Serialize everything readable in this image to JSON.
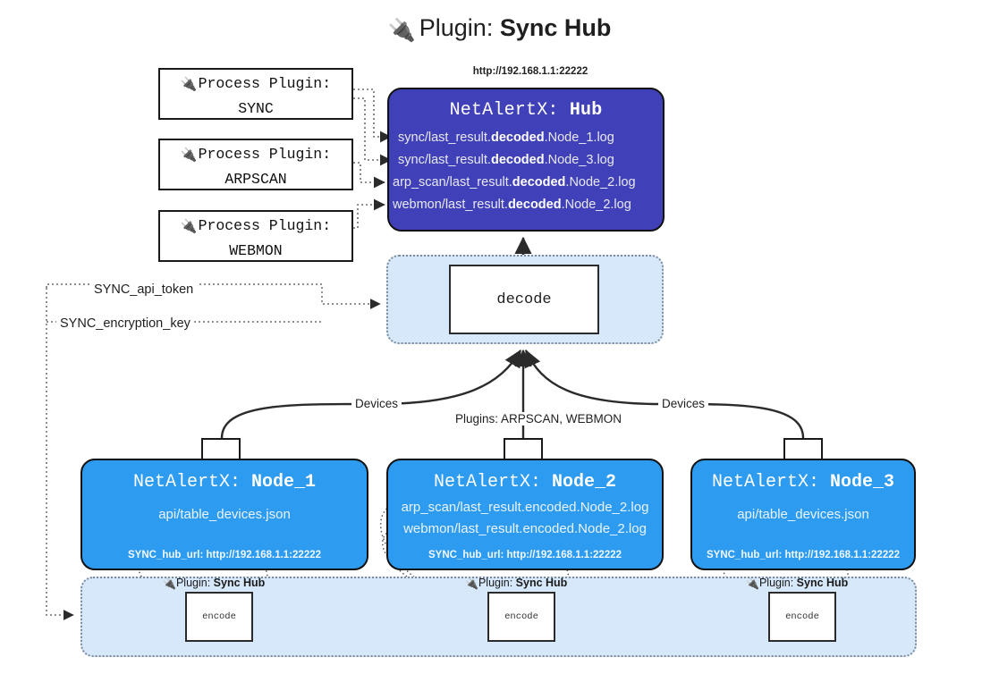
{
  "page": {
    "title_prefix": "Plugin:",
    "title_name": "Sync Hub",
    "plug_icon": "plug-icon"
  },
  "process_plugins": [
    {
      "line1": "Process Plugin:",
      "line2": "SYNC"
    },
    {
      "line1": "Process Plugin:",
      "line2": "ARPSCAN"
    },
    {
      "line1": "Process Plugin:",
      "line2": "WEBMON"
    }
  ],
  "hub": {
    "url": "http://192.168.1.1:22222",
    "title_prefix": "NetAlertX:",
    "title_name": "Hub",
    "logs": [
      {
        "pre": "sync/last_result.",
        "bold": "decoded",
        "post": ".Node_1.log"
      },
      {
        "pre": "sync/last_result.",
        "bold": "decoded",
        "post": ".Node_3.log"
      },
      {
        "pre": "arp_scan/last_result.",
        "bold": "decoded",
        "post": ".Node_2.log"
      },
      {
        "pre": "webmon/last_result.",
        "bold": "decoded",
        "post": ".Node_2.log"
      }
    ]
  },
  "decode": {
    "label": "decode"
  },
  "keys": {
    "api_token": "SYNC_api_token",
    "encryption_key": "SYNC_encryption_key"
  },
  "edge_labels": {
    "devices_left": "Devices",
    "devices_right": "Devices",
    "plugins": "Plugins: ARPSCAN, WEBMON"
  },
  "nodes": [
    {
      "title_prefix": "NetAlertX:",
      "title_name": "Node_1",
      "lines": [
        "api/table_devices.json"
      ],
      "hub_url": "SYNC_hub_url: http://192.168.1.1:22222"
    },
    {
      "title_prefix": "NetAlertX:",
      "title_name": "Node_2",
      "lines": [
        "arp_scan/last_result.encoded.Node_2.log",
        "webmon/last_result.encoded.Node_2.log"
      ],
      "hub_url": "SYNC_hub_url: http://192.168.1.1:22222"
    },
    {
      "title_prefix": "NetAlertX:",
      "title_name": "Node_3",
      "lines": [
        "api/table_devices.json"
      ],
      "hub_url": "SYNC_hub_url: http://192.168.1.1:22222"
    }
  ],
  "bottom": {
    "plugin_label_prefix": "Plugin:",
    "plugin_label_name": "Sync Hub",
    "encode_label": "encode"
  },
  "colors": {
    "hub_fill": "#4040b8",
    "node_fill": "#2d9bf0",
    "container_fill": "#d6e8fa",
    "container_border": "#7c8b99",
    "stroke": "#1a1a1a"
  }
}
